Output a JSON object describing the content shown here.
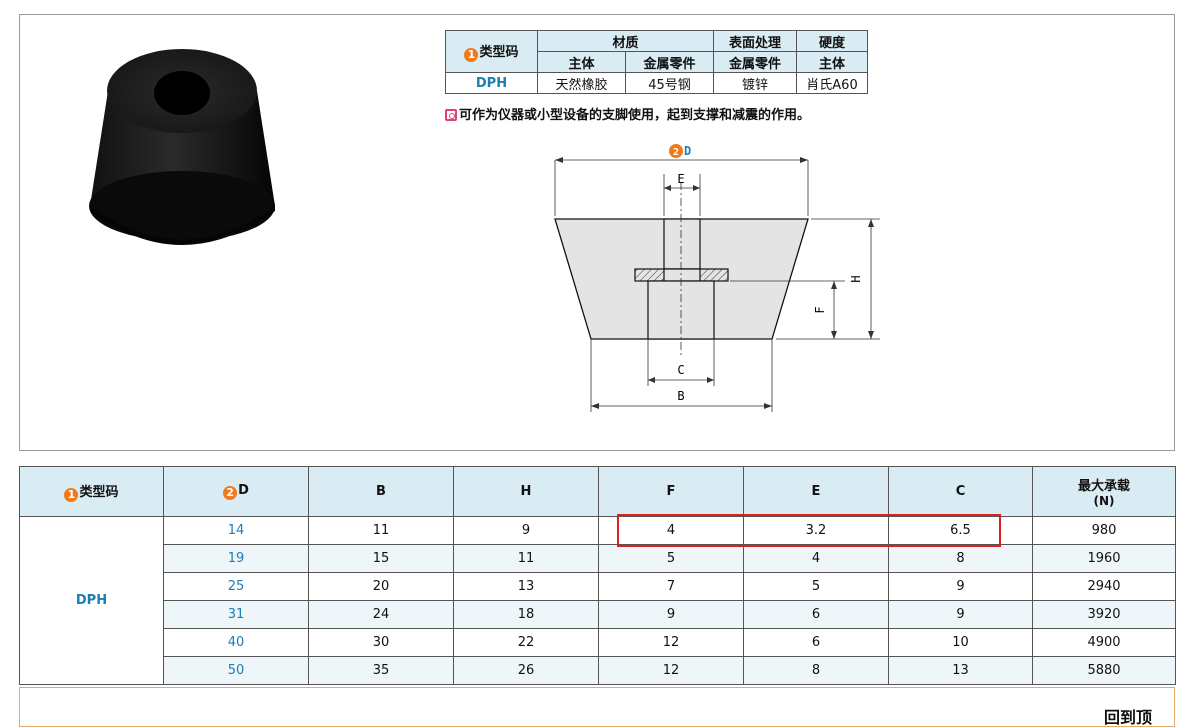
{
  "spec_table": {
    "type_code_label": "类型码",
    "type_code_num": "1",
    "material": "材质",
    "surface": "表面处理",
    "hardness": "硬度",
    "body": "主体",
    "metal": "金属零件",
    "metal2": "金属零件",
    "body2": "主体",
    "code": "DPH",
    "body_material": "天然橡胶",
    "metal_material": "45号钢",
    "surface_value": "镀锌",
    "hardness_value": "肖氏A60"
  },
  "note": "可作为仪器或小型设备的支脚使用，起到支撑和减震的作用。",
  "drawing": {
    "D_num": "2",
    "D": "D",
    "E": "E",
    "H": "H",
    "F": "F",
    "C": "C",
    "B": "B"
  },
  "main_table": {
    "headers": {
      "type_num": "1",
      "type": "类型码",
      "d_num": "2",
      "d": "D",
      "b": "B",
      "h": "H",
      "f": "F",
      "e": "E",
      "c": "C",
      "load1": "最大承载",
      "load2": "(N)"
    },
    "type_code": "DPH",
    "rows": [
      {
        "d": "14",
        "b": "11",
        "h": "9",
        "f": "4",
        "e": "3.2",
        "c": "6.5",
        "load": "980"
      },
      {
        "d": "19",
        "b": "15",
        "h": "11",
        "f": "5",
        "e": "4",
        "c": "8",
        "load": "1960"
      },
      {
        "d": "25",
        "b": "20",
        "h": "13",
        "f": "7",
        "e": "5",
        "c": "9",
        "load": "2940"
      },
      {
        "d": "31",
        "b": "24",
        "h": "18",
        "f": "9",
        "e": "6",
        "c": "9",
        "load": "3920"
      },
      {
        "d": "40",
        "b": "30",
        "h": "22",
        "f": "12",
        "e": "6",
        "c": "10",
        "load": "4900"
      },
      {
        "d": "50",
        "b": "35",
        "h": "26",
        "f": "12",
        "e": "8",
        "c": "13",
        "load": "5880"
      }
    ]
  },
  "footer_text": "回到顶"
}
